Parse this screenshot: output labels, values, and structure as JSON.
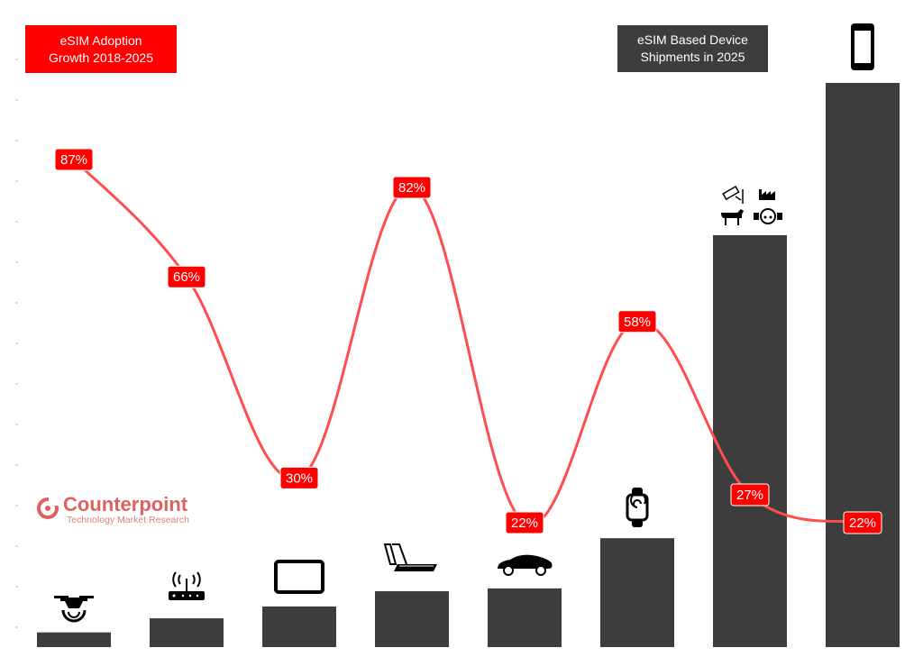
{
  "titles": {
    "left": "eSIM  Adoption Growth 2018-2025",
    "right": "eSIM Based Device Shipments in 2025"
  },
  "logo": {
    "name": "Counterpoint",
    "tagline": "Technology Market Research"
  },
  "colors": {
    "line": "#ff4d4d",
    "label_bg": "#ff0000",
    "bar": "#3d3d3d"
  },
  "chart_data": {
    "type": "bar+line",
    "categories": [
      "Drones",
      "Routers/CPE",
      "Tablets",
      "2-in-1 PCs",
      "Cars",
      "Smartwatches",
      "IoT (surveillance, industrial, livestock, metering)",
      "Smartphones"
    ],
    "icons": [
      "drone-icon",
      "router-icon",
      "tablet-icon",
      "laptop-icon",
      "car-icon",
      "smartwatch-icon",
      "iot-icon",
      "smartphone-icon"
    ],
    "series": [
      {
        "name": "eSIM Based Device Shipments in 2025 (relative, smartphone = 100)",
        "type": "bar",
        "values": [
          2.6,
          5.1,
          7.2,
          9.9,
          10.4,
          19.3,
          73,
          100
        ]
      },
      {
        "name": "eSIM Adoption Growth 2018-2025 (%)",
        "type": "line",
        "values": [
          87,
          66,
          30,
          82,
          22,
          58,
          27,
          22
        ],
        "labels": [
          "87%",
          "66%",
          "30%",
          "82%",
          "22%",
          "58%",
          "27%",
          "22%"
        ]
      }
    ],
    "title": "eSIM Adoption Growth 2018-2025",
    "legend": "top",
    "grid": false
  }
}
